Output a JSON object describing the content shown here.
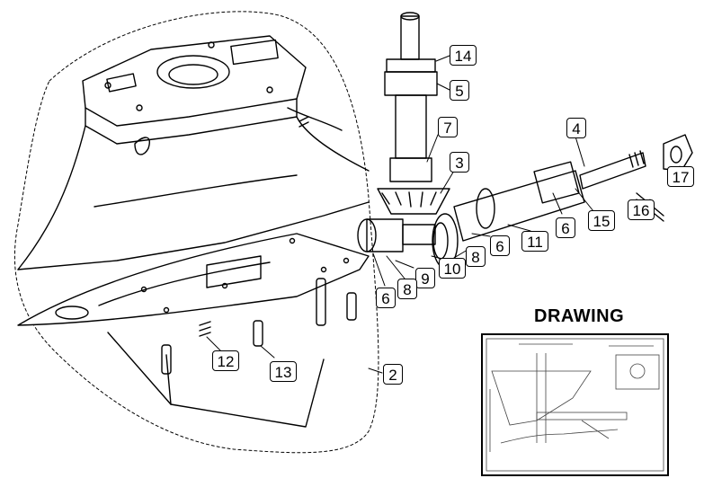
{
  "drawing_title": "DRAWING",
  "callouts": [
    {
      "id": "c14",
      "label": "14"
    },
    {
      "id": "c5",
      "label": "5"
    },
    {
      "id": "c7",
      "label": "7"
    },
    {
      "id": "c3",
      "label": "3"
    },
    {
      "id": "c4",
      "label": "4"
    },
    {
      "id": "c17",
      "label": "17"
    },
    {
      "id": "c16",
      "label": "16"
    },
    {
      "id": "c15",
      "label": "15"
    },
    {
      "id": "c6a",
      "label": "6"
    },
    {
      "id": "c11",
      "label": "11"
    },
    {
      "id": "c6b",
      "label": "6"
    },
    {
      "id": "c8a",
      "label": "8"
    },
    {
      "id": "c10",
      "label": "10"
    },
    {
      "id": "c9",
      "label": "9"
    },
    {
      "id": "c8b",
      "label": "8"
    },
    {
      "id": "c6c",
      "label": "6"
    },
    {
      "id": "c12",
      "label": "12"
    },
    {
      "id": "c13",
      "label": "13"
    },
    {
      "id": "c2",
      "label": "2"
    }
  ]
}
